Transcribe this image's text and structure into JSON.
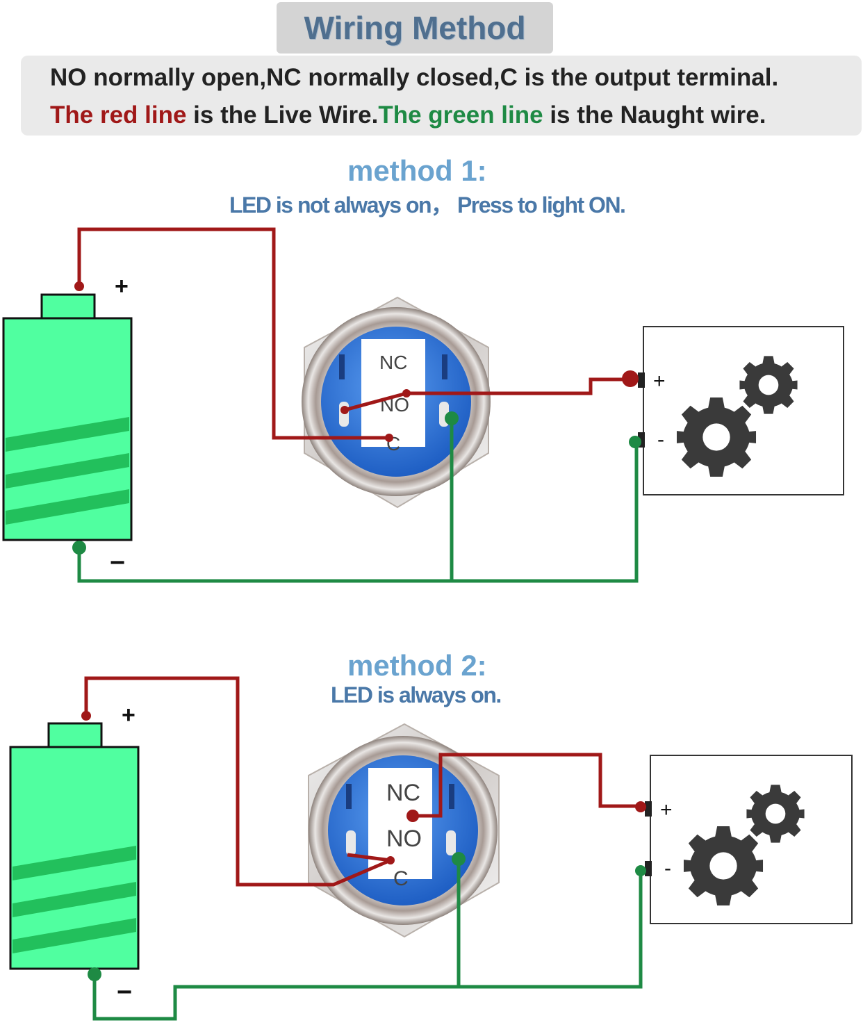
{
  "header": {
    "title": "Wiring Method",
    "line1": "NO normally open,NC normally closed,C is the output terminal.",
    "line2_part1": "The red line",
    "line2_part2": " is the Live Wire.",
    "line2_part3": "The green line",
    "line2_part4": " is the Naught wire."
  },
  "methods": [
    {
      "title": "method 1:",
      "subtitle": "LED is not always on， Press to light ON.",
      "battery_plus": "+",
      "battery_minus": "−",
      "switch_nc": "NC",
      "switch_no": "NO",
      "switch_c": "C",
      "load_plus": "+",
      "load_minus": "-"
    },
    {
      "title": "method 2:",
      "subtitle": "LED is always on.",
      "battery_plus": "+",
      "battery_minus": "−",
      "switch_nc": "NC",
      "switch_no": "NO",
      "switch_c": "C",
      "load_plus": "+",
      "load_minus": "-"
    }
  ],
  "colors": {
    "live_wire": "#a01818",
    "neutral_wire": "#1e8a44",
    "battery": "#50ffa0",
    "switch_blue": "#2f6fd6"
  }
}
